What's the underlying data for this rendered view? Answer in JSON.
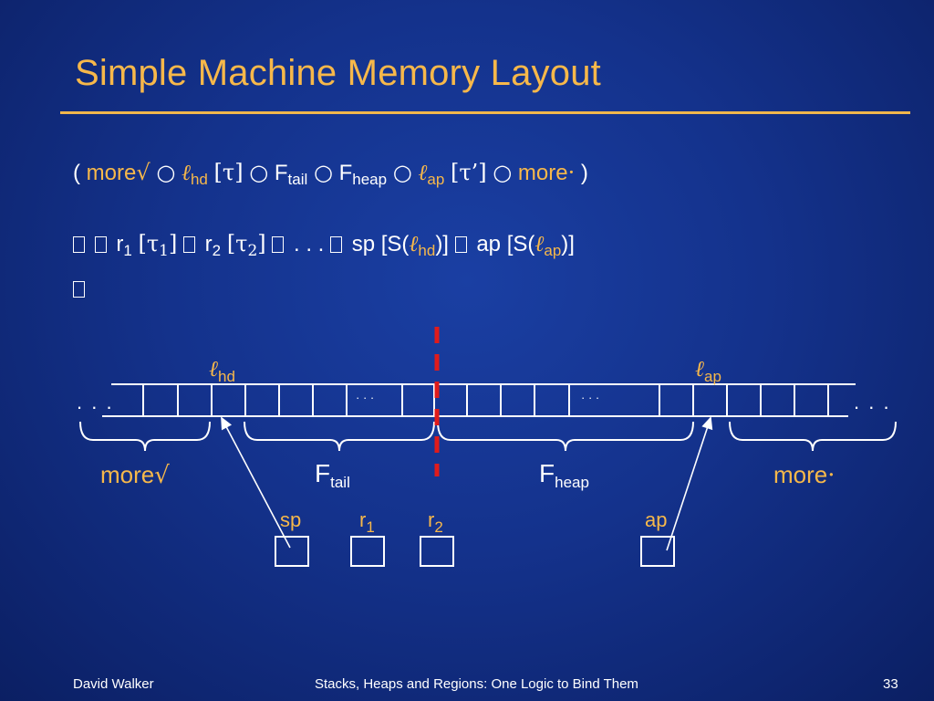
{
  "slide": {
    "title": "Simple Machine Memory Layout",
    "line1": {
      "open": "(",
      "more1": "more",
      "check1": "√",
      "circ": "○",
      "ell": "ℓ",
      "hd": "hd",
      "tau_br": "[τ]",
      "F": "F",
      "tail": "tail",
      "heap": "heap",
      "ap": "ap",
      "tau_prime_br": "[τ’]",
      "more2": "more",
      "dot": "·",
      "close": ")"
    },
    "line2": {
      "r1": "r",
      "sub1": "1",
      "tau1_open": "[τ",
      "tau_sub1": "1",
      "tau_close": "]",
      "r2": "r",
      "sub2": "2",
      "tau2_open": "[τ",
      "tau_sub2": "2",
      "dots": ". . .",
      "sp": "sp",
      "S_open": "[S(",
      "ell": "ℓ",
      "hd": "hd",
      "S_close": ")]",
      "ap": "ap",
      "ap_sub": "ap"
    }
  },
  "diagram": {
    "ell": "ℓ",
    "lhd_sub": "hd",
    "lap_sub": "ap",
    "left_dots": ". . .",
    "right_dots": ". . .",
    "mid_dots": "· · ·",
    "more_left": "more",
    "check": "√",
    "F": "F",
    "tail": "tail",
    "heap": "heap",
    "more_right": "more",
    "dot": "·",
    "registers": [
      {
        "name": "sp",
        "sub": ""
      },
      {
        "name": "r",
        "sub": "1"
      },
      {
        "name": "r",
        "sub": "2"
      },
      {
        "name": "ap",
        "sub": ""
      }
    ],
    "divider_color": "#e01b1b",
    "accent_color": "#f7b84a"
  },
  "footer": {
    "author": "David Walker",
    "talk": "Stacks, Heaps and Regions:  One Logic to Bind Them",
    "page": "33"
  }
}
